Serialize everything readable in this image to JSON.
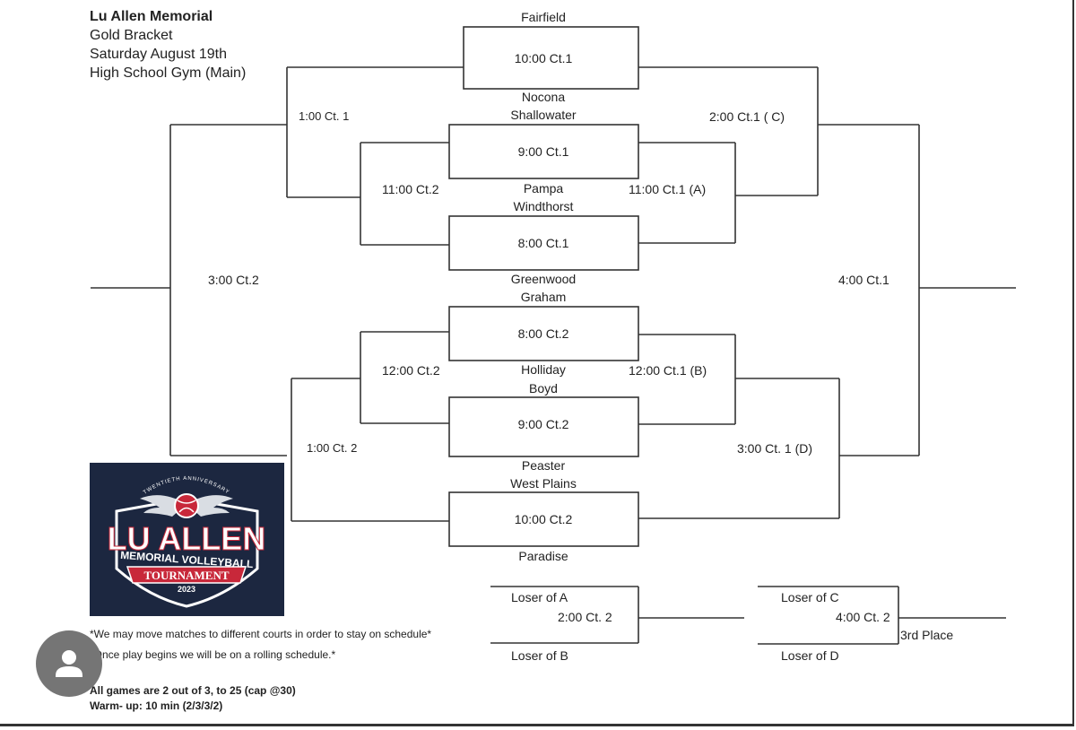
{
  "header": {
    "title": "Lu Allen Memorial",
    "subtitle": "Gold Bracket",
    "date": "Saturday August 19th",
    "venue": "High School Gym (Main)"
  },
  "teams": {
    "fairfield": "Fairfield",
    "nocona": "Nocona",
    "shallowater": "Shallowater",
    "pampa": "Pampa",
    "windthorst": "Windthorst",
    "greenwood": "Greenwood",
    "graham": "Graham",
    "holliday": "Holliday",
    "boyd": "Boyd",
    "peaster": "Peaster",
    "west_plains": "West Plains",
    "paradise": "Paradise"
  },
  "matches": {
    "m1000_ct1": "10:00 Ct.1",
    "m900_ct1": "9:00 Ct.1",
    "m800_ct1": "8:00 Ct.1",
    "m800_ct2": "8:00 Ct.2",
    "m900_ct2": "9:00 Ct.2",
    "m1000_ct2": "10:00 Ct.2",
    "m100_ct1": "1:00 Ct. 1",
    "m1100_ct2": "11:00 Ct.2",
    "m1100_ct1_a": "11:00 Ct.1 (A)",
    "m200_ct1_c": "2:00 Ct.1 ( C)",
    "m300_ct2": "3:00 Ct.2",
    "m400_ct1": "4:00 Ct.1",
    "m1200_ct2": "12:00 Ct.2",
    "m1200_ct1_b": "12:00 Ct.1 (B)",
    "m100_ct2": "1:00 Ct. 2",
    "m300_ct1_d": "3:00 Ct. 1 (D)"
  },
  "consolation": {
    "loser_a": "Loser of A",
    "loser_b": "Loser of B",
    "match_ab": "2:00 Ct. 2",
    "loser_c": "Loser of C",
    "loser_d": "Loser of D",
    "match_cd": "4:00 Ct. 2",
    "third_place": "3rd Place"
  },
  "logo": {
    "line1": "TWENTIETH ANNIVERSARY",
    "line2": "LU ALLEN",
    "line3": "MEMORIAL VOLLEYBALL",
    "line4": "TOURNAMENT",
    "line5": "2023",
    "colors": {
      "navy": "#1c2740",
      "red": "#c8283a",
      "white": "#ffffff"
    }
  },
  "notes": {
    "note1": "*We may move matches to different courts in order to stay on schedule*",
    "note2": "*Once play begins we will be on a rolling schedule.*",
    "rule1": "All games are 2 out of 3, to 25 (cap @30)",
    "rule2": "Warm- up: 10 min (2/3/3/2)"
  },
  "avatar_icon": "user-avatar-icon"
}
